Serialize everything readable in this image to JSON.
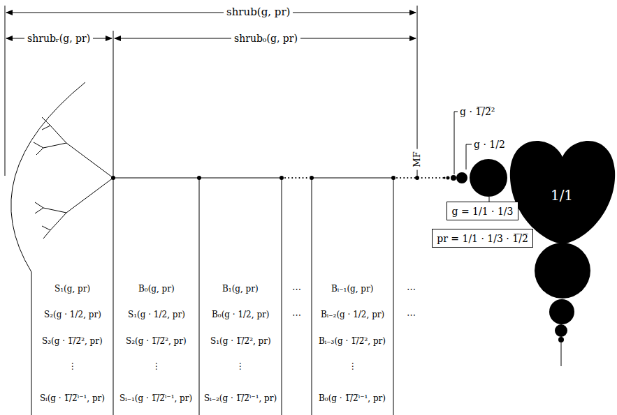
{
  "diagram": {
    "nodes": [
      {
        "text": [
          "1/1"
        ]
      },
      {
        "text": [
          "g = 1/1 · 1/3"
        ]
      },
      {
        "text": [
          "pr = 1/1 · 1/3 · 1̅/̅2̅"
        ]
      }
    ],
    "labels": [
      "shrub(g, pr)",
      "shrubᵣ(g, pr)",
      "shrub₀(g, pr)",
      "MF",
      "g · 1̅/̅2̅²",
      "g · 1/2",
      "S₁(g, pr)",
      "S₂(g · 1/2, pr)",
      "S₃(g · 1̅/̅2̅², pr)",
      "⋮",
      "Sᵢ(g · 1̅/̅2̅ⁱ⁻¹, pr)",
      "B₀(g, pr)",
      "S₁(g · 1/2, pr)",
      "S₂(g · 1̅/̅2̅², pr)",
      "⋮",
      "Sᵢ₋₁(g · 1̅/̅2̅ⁱ⁻¹, pr)",
      "B₁(g, pr)",
      "B₀(g · 1/2, pr)",
      "S₁(g · 1̅/̅2̅², pr)",
      "⋮",
      "Sᵢ₋₂(g · 1̅/̅2̅ⁱ⁻¹, pr)",
      "⋯",
      "⋯",
      "Bᵢ₋₁(g, pr)",
      "Bᵢ₋₂(g · 1/2, pr)",
      "Bᵢ₋₃(g · 1̅/̅2̅², pr)",
      "⋮",
      "B₀(g · 1̅/̅2̅ⁱ⁻¹, pr)",
      "⋯",
      "⋯"
    ]
  }
}
